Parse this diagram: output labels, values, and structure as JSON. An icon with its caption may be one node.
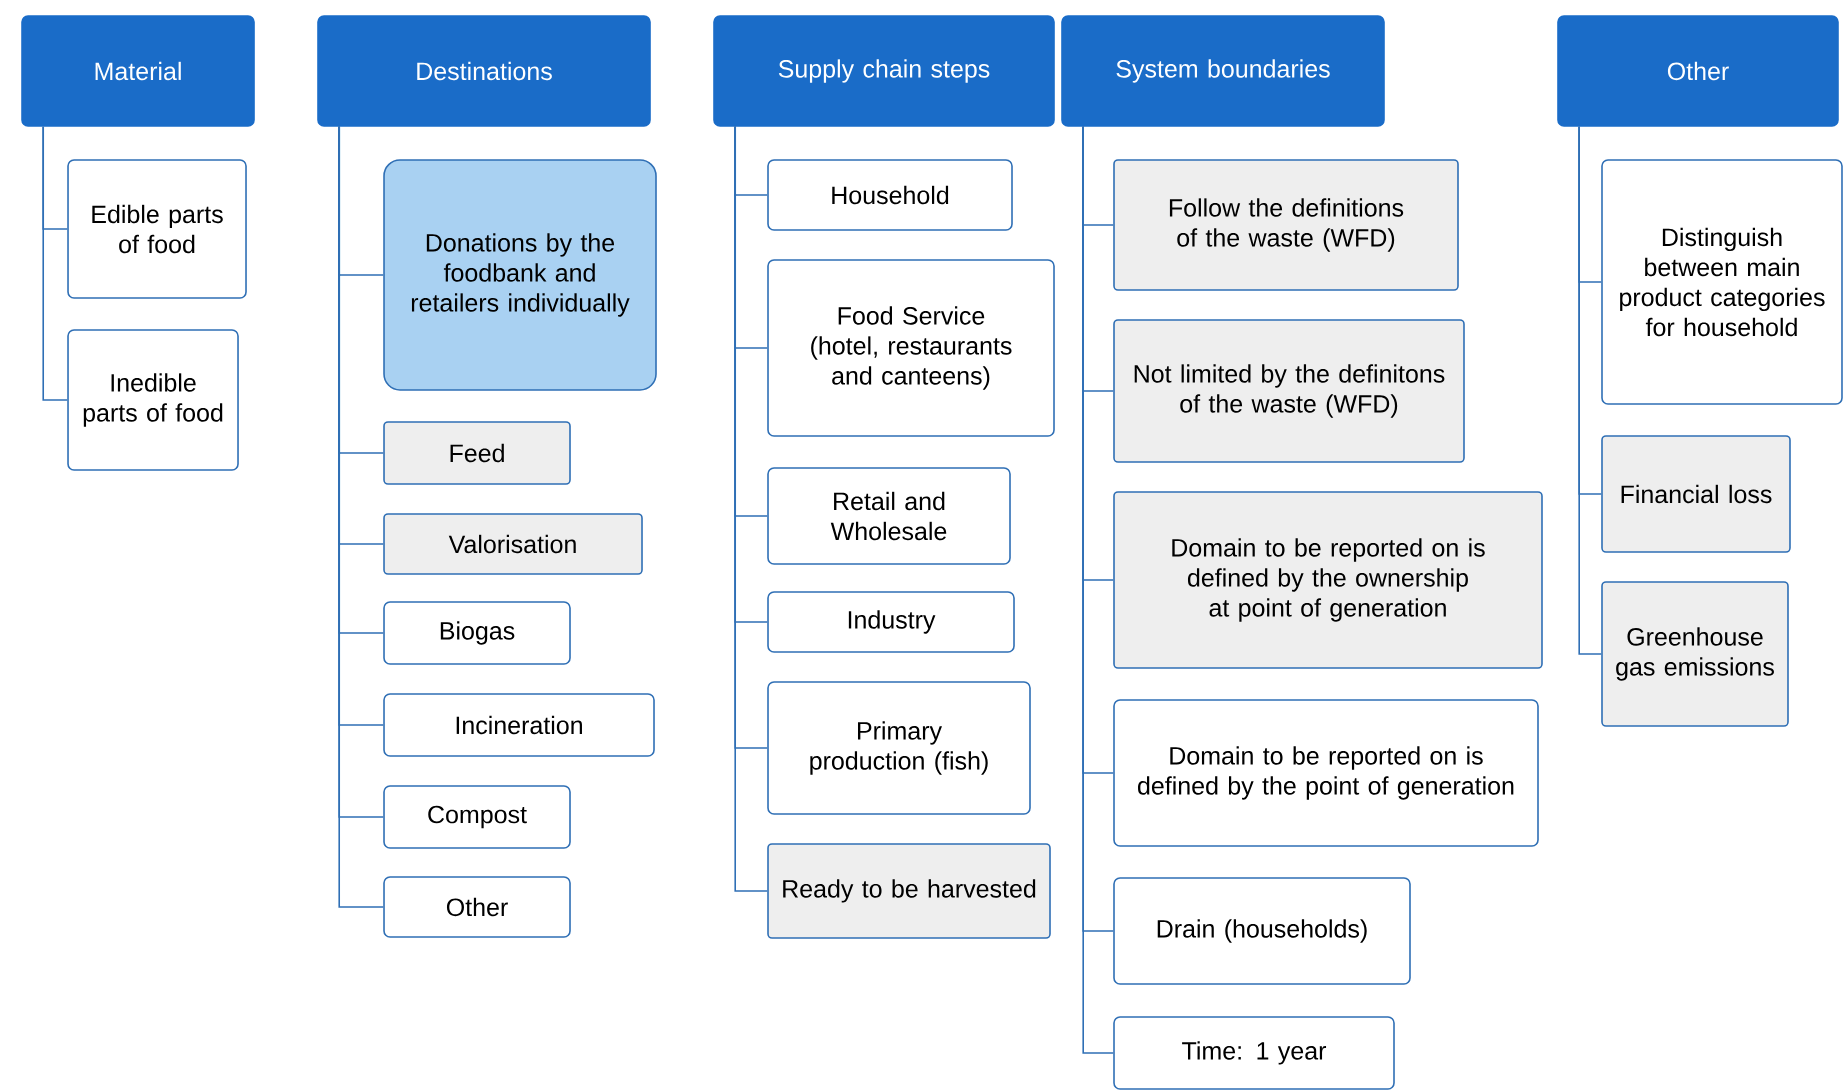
{
  "diagram": {
    "nodes": [
      {
        "text": [
          "Material"
        ]
      },
      {
        "text": [
          "Edible parts of food"
        ]
      },
      {
        "text": [
          "Inedible parts of food"
        ]
      },
      {
        "text": [
          "Destinations"
        ]
      },
      {
        "text": [
          "Donations by the foodbank and retailers individually"
        ]
      },
      {
        "text": [
          "Feed"
        ]
      },
      {
        "text": [
          "Valorisation"
        ]
      },
      {
        "text": [
          "Biogas"
        ]
      },
      {
        "text": [
          "Incineration"
        ]
      },
      {
        "text": [
          "Compost"
        ]
      },
      {
        "text": [
          "Other"
        ]
      },
      {
        "text": [
          "Supply chain steps"
        ]
      },
      {
        "text": [
          "Household"
        ]
      },
      {
        "text": [
          "Food Service (hotel, restaurants and canteens)"
        ]
      },
      {
        "text": [
          "Retail and Wholesale"
        ]
      },
      {
        "text": [
          "Industry"
        ]
      },
      {
        "text": [
          "Primary production (fish)"
        ]
      },
      {
        "text": [
          "Ready to be harvested"
        ]
      },
      {
        "text": [
          "System boundaries"
        ]
      },
      {
        "text": [
          "Follow the definitions of the waste (WFD)"
        ]
      },
      {
        "text": [
          "Not limited by the definitons of the waste (WFD)"
        ]
      },
      {
        "text": [
          "Domain to be reported on is defined by the ownership at point of generation"
        ]
      },
      {
        "text": [
          "Domain to be reported on is defined by the point of generation"
        ]
      },
      {
        "text": [
          "Drain (households)"
        ]
      },
      {
        "text": [
          "Time: 1 year"
        ]
      },
      {
        "text": [
          "Other"
        ]
      },
      {
        "text": [
          "Distinguish between main product categories for household"
        ]
      },
      {
        "text": [
          "Financial loss"
        ]
      },
      {
        "text": [
          "Greenhouse gas emissions"
        ]
      }
    ],
    "edges": [
      {
        "from": 0,
        "to": 1,
        "arrow": "none"
      },
      {
        "from": 0,
        "to": 2,
        "arrow": "none"
      },
      {
        "from": 3,
        "to": 4,
        "arrow": "none"
      },
      {
        "from": 3,
        "to": 5,
        "arrow": "none"
      },
      {
        "from": 3,
        "to": 6,
        "arrow": "none"
      },
      {
        "from": 3,
        "to": 7,
        "arrow": "none"
      },
      {
        "from": 3,
        "to": 8,
        "arrow": "none"
      },
      {
        "from": 3,
        "to": 9,
        "arrow": "none"
      },
      {
        "from": 3,
        "to": 10,
        "arrow": "none"
      },
      {
        "from": 11,
        "to": 12,
        "arrow": "none"
      },
      {
        "from": 11,
        "to": 13,
        "arrow": "none"
      },
      {
        "from": 11,
        "to": 14,
        "arrow": "none"
      },
      {
        "from": 11,
        "to": 15,
        "arrow": "none"
      },
      {
        "from": 11,
        "to": 16,
        "arrow": "none"
      },
      {
        "from": 11,
        "to": 17,
        "arrow": "none"
      },
      {
        "from": 18,
        "to": 19,
        "arrow": "none"
      },
      {
        "from": 18,
        "to": 20,
        "arrow": "none"
      },
      {
        "from": 18,
        "to": 21,
        "arrow": "none"
      },
      {
        "from": 18,
        "to": 22,
        "arrow": "none"
      },
      {
        "from": 18,
        "to": 23,
        "arrow": "none"
      },
      {
        "from": 18,
        "to": 24,
        "arrow": "none"
      },
      {
        "from": 25,
        "to": 26,
        "arrow": "none"
      },
      {
        "from": 25,
        "to": 27,
        "arrow": "none"
      },
      {
        "from": 25,
        "to": 28,
        "arrow": "none"
      }
    ]
  }
}
